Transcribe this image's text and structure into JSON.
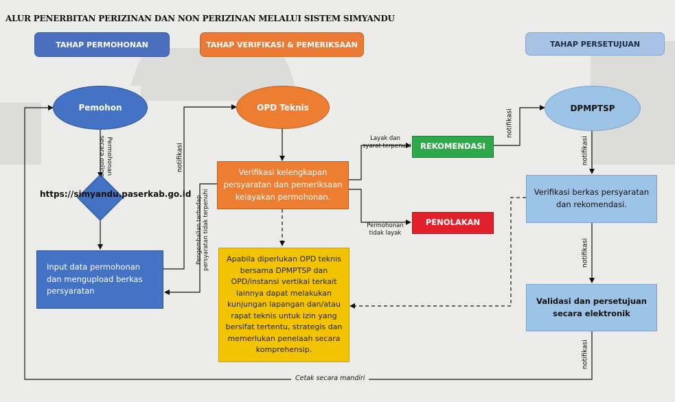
{
  "title": "ALUR PENERBITAN PERIZINAN DAN NON PERIZINAN MELALUI SISTEM SIMYANDU",
  "phases": {
    "permohonan": "TAHAP PERMOHONAN",
    "verifikasi": "TAHAP VERIFIKASI & PEMERIKSAAN",
    "persetujuan": "TAHAP PERSETUJUAN"
  },
  "nodes": {
    "pemohon": "Pemohon",
    "opd_teknis": "OPD Teknis",
    "dpmptsp": "DPMPTSP",
    "url": "https://simyandu.paserkab.go.id",
    "input_data": "Input data permohonan dan mengupload berkas persyaratan",
    "verifikasi_opd": "Verifikasi kelengkapan persyaratan  dan pemeriksaan kelayakan permohonan.",
    "rekomendasi": "REKOMENDASI",
    "penolakan": "PENOLAKAN",
    "kunjungan": "Apabila diperlukan OPD teknis bersama DPMPTSP dan OPD/instansi vertikal terkait lainnya dapat melakukan kunjungan lapangan dan/atau rapat teknis untuk izin yang bersifat tertentu, strategis dan memerlukan penelaah secara komprehensip.",
    "verifikasi_berkas": "Verifikasi berkas persyaratan dan rekomendasi.",
    "validasi": "Validasi dan persetujuan secara elektronik"
  },
  "labels": {
    "permohonan_online": "Permohonan\nsecara online",
    "notifikasi": "notifikasi",
    "pengembalian": "Pengembalian terhadap\npersyaratan tidak terpenuhi",
    "layak": "Layak dan\nsyarat terpenuhi",
    "tidak_layak": "Permohonan\ntidak layak",
    "cetak": "Cetak secara mandiri"
  },
  "colors": {
    "phase_blue": "#4a6fbf",
    "phase_orange": "#ea7a35",
    "phase_lightblue": "#a6c2e4",
    "node_blue": "#4472c4",
    "node_orange": "#ed7d31",
    "node_lightblue": "#9dc3e6",
    "rekomendasi_green": "#2ea84a",
    "penolakan_red": "#e0202a",
    "yellow": "#f2c300"
  }
}
